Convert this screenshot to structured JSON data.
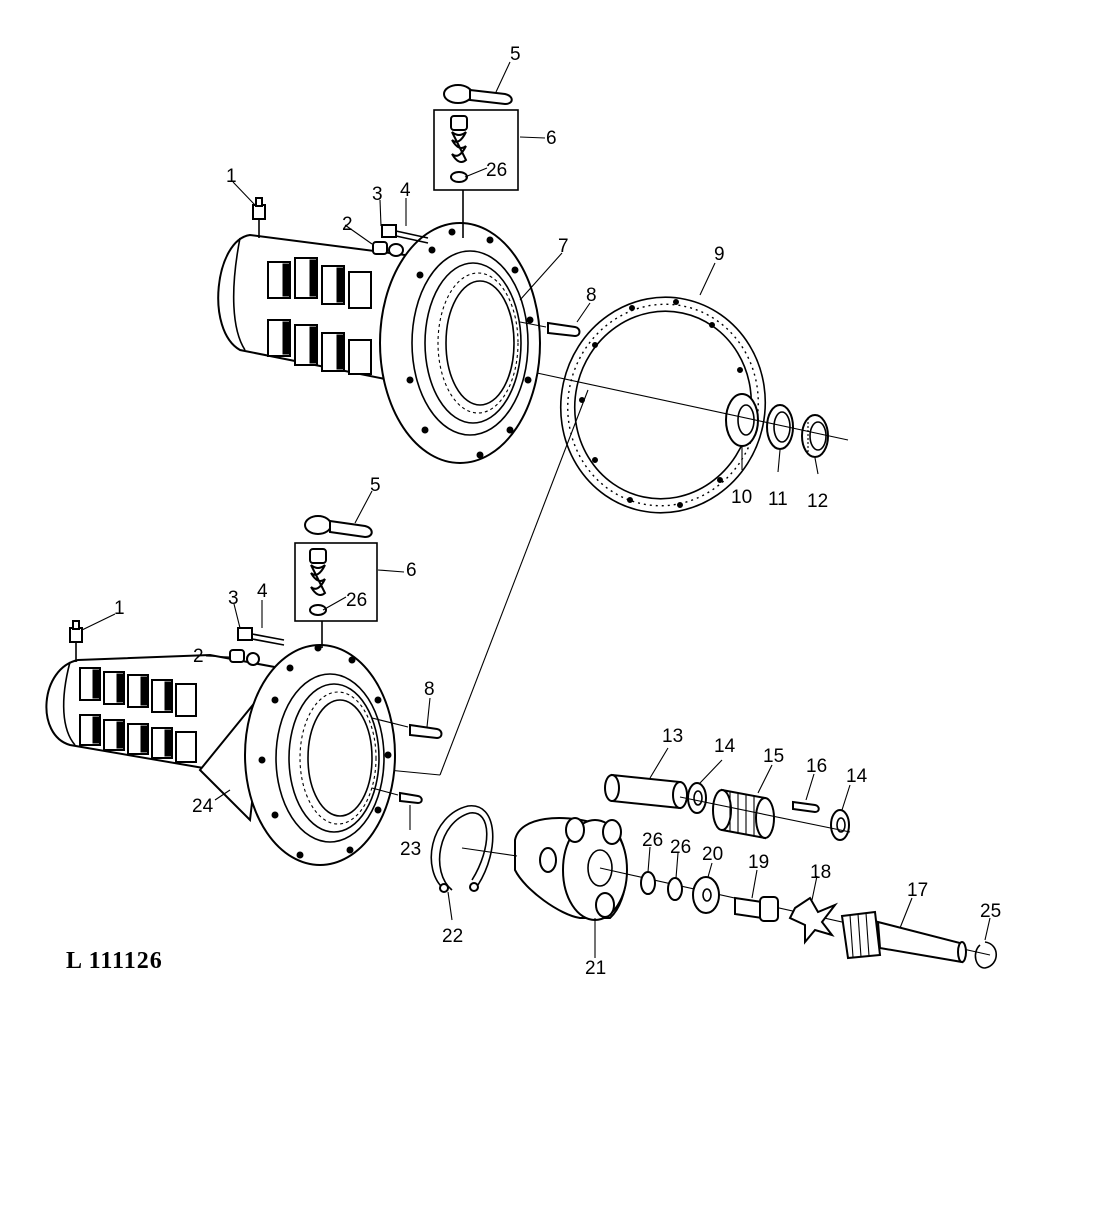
{
  "figure": {
    "reference_code": "L 111126",
    "callouts": {
      "c1": "1",
      "c2": "2",
      "c3": "3",
      "c4": "4",
      "c5": "5",
      "c6": "6",
      "c26": "26",
      "c7": "7",
      "c8": "8",
      "c9": "9",
      "c10": "10",
      "c11": "11",
      "c12": "12",
      "b1": "1",
      "b2": "2",
      "b3": "3",
      "b4": "4",
      "b5": "5",
      "b6": "6",
      "b26": "26",
      "b8": "8",
      "b13": "13",
      "b14a": "14",
      "b15": "15",
      "b16": "16",
      "b14b": "14",
      "b17": "17",
      "b18": "18",
      "b19": "19",
      "b20": "20",
      "b21": "21",
      "b22": "22",
      "b23": "23",
      "b24": "24",
      "b25": "25",
      "b26a": "26",
      "b26b": "26"
    }
  }
}
